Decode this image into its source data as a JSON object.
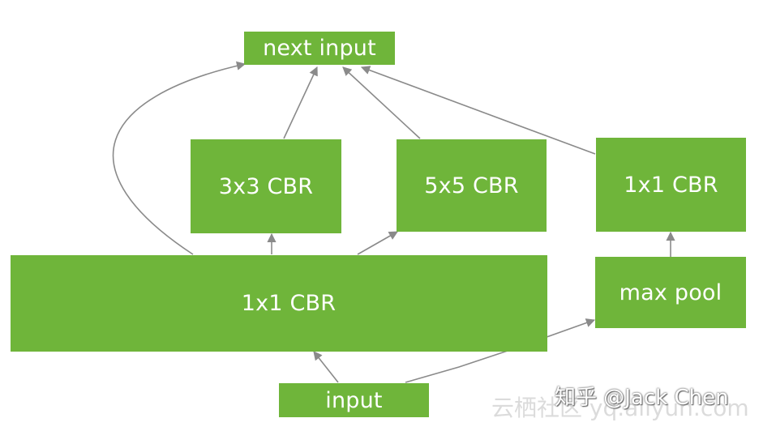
{
  "diagram": {
    "nodes": {
      "next_input": "next input",
      "conv3x3": "3x3 CBR",
      "conv5x5": "5x5 CBR",
      "conv1x1_right": "1x1 CBR",
      "conv1x1_bottom": "1x1 CBR",
      "max_pool": "max pool",
      "input": "input"
    },
    "edges": [
      {
        "from": "input",
        "to": "conv1x1_bottom"
      },
      {
        "from": "input",
        "to": "max_pool"
      },
      {
        "from": "conv1x1_bottom",
        "to": "conv3x3"
      },
      {
        "from": "conv1x1_bottom",
        "to": "conv5x5"
      },
      {
        "from": "conv1x1_bottom",
        "to": "next_input"
      },
      {
        "from": "max_pool",
        "to": "conv1x1_right"
      },
      {
        "from": "conv3x3",
        "to": "next_input"
      },
      {
        "from": "conv5x5",
        "to": "next_input"
      },
      {
        "from": "conv1x1_right",
        "to": "next_input"
      }
    ],
    "colors": {
      "box_fill": "#6fb53a",
      "box_text": "#ffffff",
      "arrow": "#8a8a8a"
    }
  },
  "watermark": {
    "author": "知乎 @Jack Chen",
    "site": "云栖社区 yq.aliyun.com"
  }
}
